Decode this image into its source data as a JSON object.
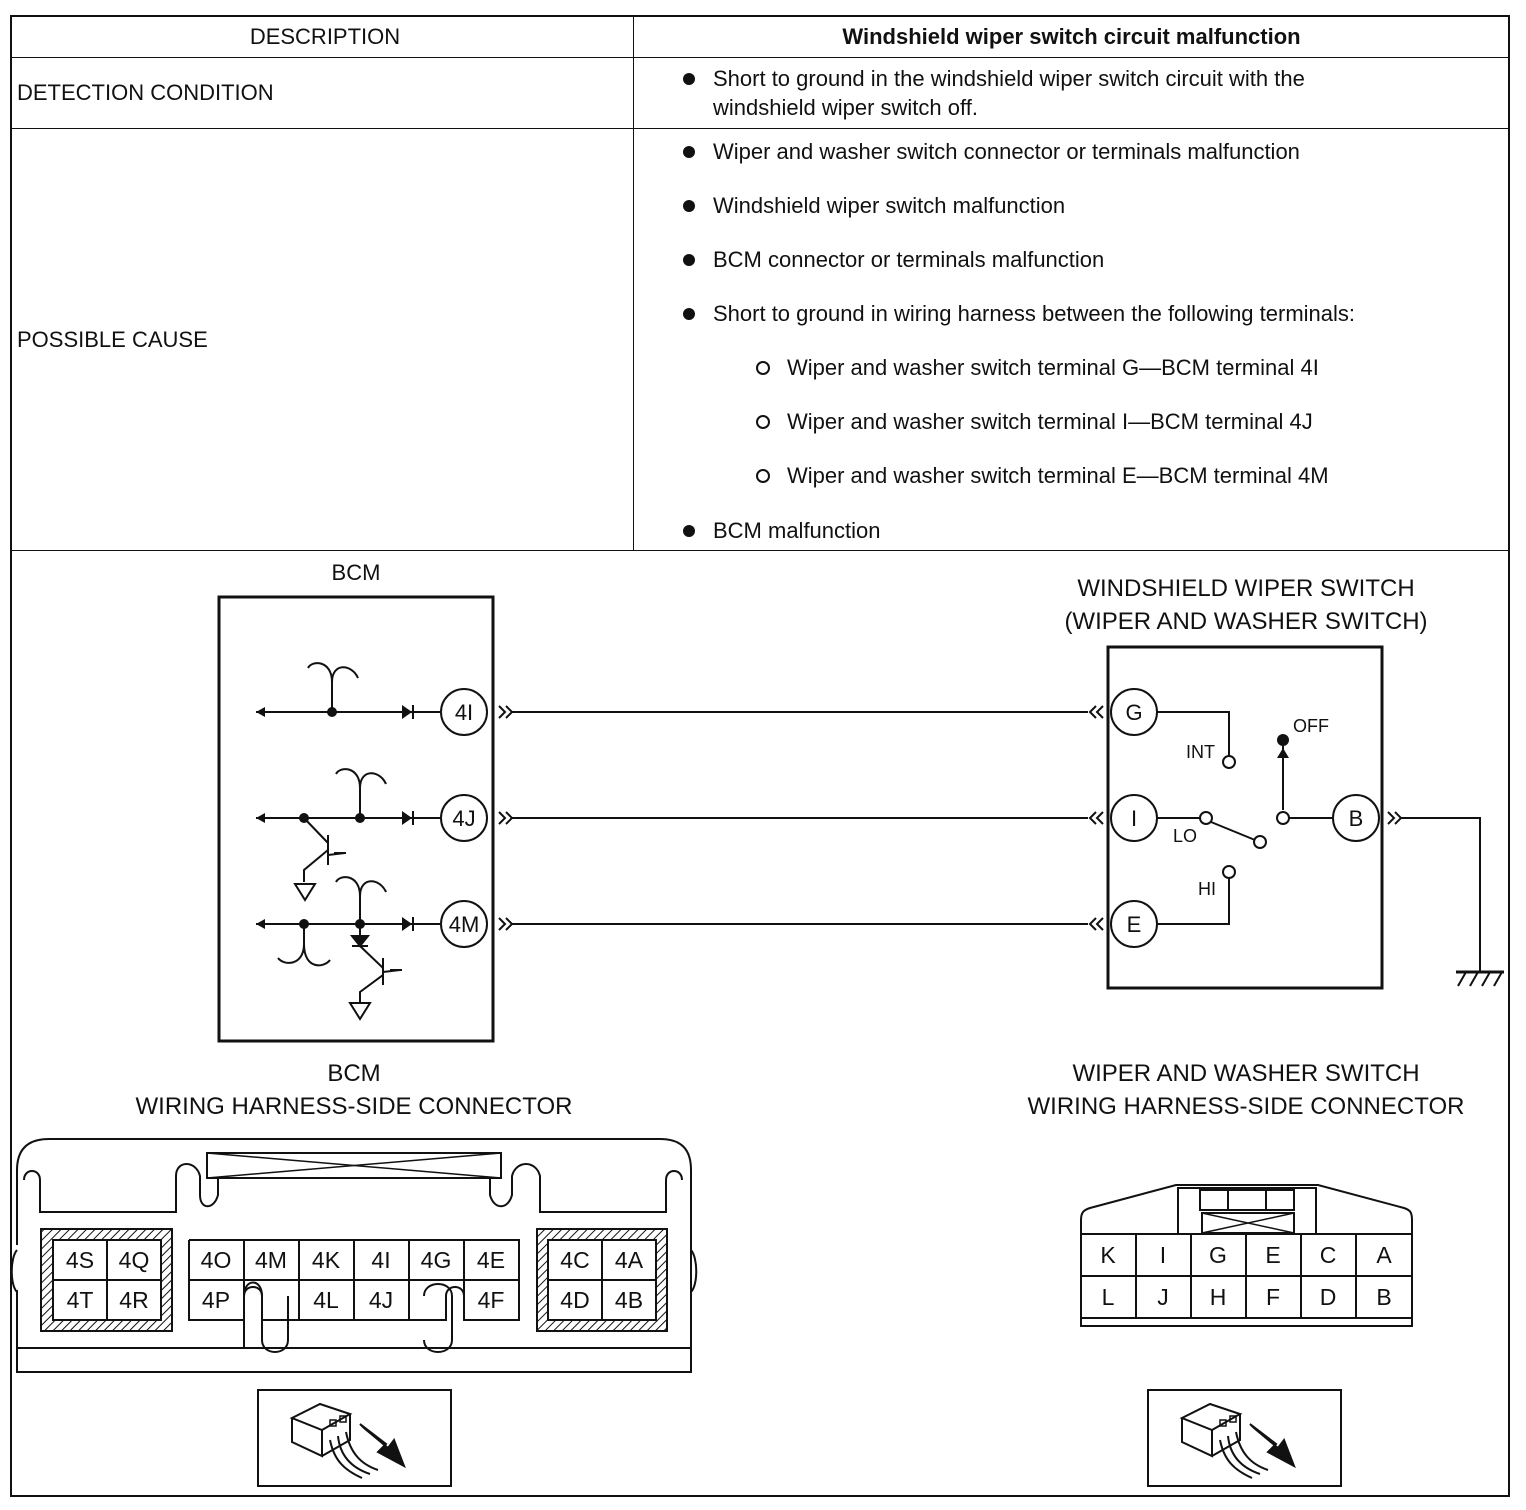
{
  "table": {
    "col_description": "DESCRIPTION",
    "col_title": "Windshield wiper switch circuit malfunction",
    "detection": {
      "label": "DETECTION CONDITION",
      "items": [
        "Short to ground in the windshield wiper switch circuit with the windshield wiper switch off."
      ]
    },
    "cause": {
      "label": "POSSIBLE CAUSE",
      "items": [
        "Wiper and washer switch connector or terminals malfunction",
        "Windshield wiper switch malfunction",
        "BCM connector or terminals malfunction",
        "Short to ground in wiring harness between the following terminals:"
      ],
      "subitems": [
        "Wiper and washer switch terminal G—BCM terminal 4I",
        "Wiper and washer switch terminal I—BCM terminal 4J",
        "Wiper and washer switch terminal E—BCM terminal 4M"
      ],
      "last_item": "BCM malfunction"
    }
  },
  "schematic": {
    "bcm_label": "BCM",
    "bcm_terminals": [
      "4I",
      "4J",
      "4M"
    ],
    "switch_title_line1": "WINDSHIELD WIPER SWITCH",
    "switch_title_line2": "(WIPER AND WASHER SWITCH)",
    "switch_terminals": [
      "G",
      "I",
      "E",
      "B"
    ],
    "positions": [
      "OFF",
      "INT",
      "LO",
      "HI"
    ]
  },
  "bcm_connector": {
    "title_line1": "BCM",
    "title_line2": "WIRING HARNESS-SIDE CONNECTOR",
    "left_block": [
      "4S",
      "4Q",
      "4T",
      "4R"
    ],
    "middle_top": [
      "4O",
      "4M",
      "4K",
      "4I",
      "4G",
      "4E"
    ],
    "middle_bottom": [
      "4P",
      "4L",
      "4J",
      "4F"
    ],
    "right_block": [
      "4C",
      "4A",
      "4D",
      "4B"
    ]
  },
  "switch_connector": {
    "title_line1": "WIPER AND WASHER SWITCH",
    "title_line2": "WIRING HARNESS-SIDE CONNECTOR",
    "top_row": [
      "K",
      "I",
      "G",
      "E",
      "C",
      "A"
    ],
    "bottom_row": [
      "L",
      "J",
      "H",
      "F",
      "D",
      "B"
    ]
  }
}
